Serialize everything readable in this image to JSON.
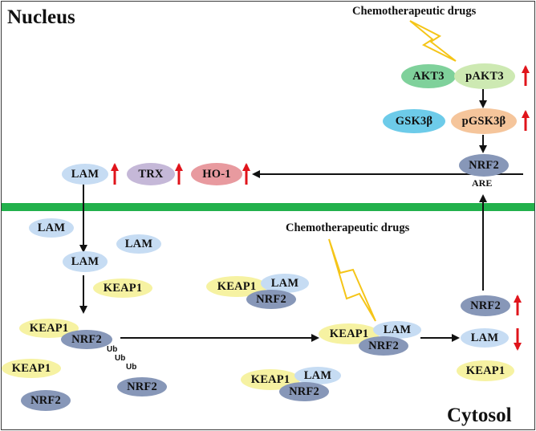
{
  "regions": {
    "nucleus": "Nucleus",
    "cytosol": "Cytosol"
  },
  "drugs": {
    "top": "Chemotherapeutic drugs",
    "middle": "Chemotherapeutic drugs"
  },
  "nodes": {
    "akt3": "AKT3",
    "pakt3": "pAKT3",
    "gsk3b": "GSK3β",
    "pgsk3b": "pGSK3β",
    "nrf2": "NRF2",
    "are": "ARE",
    "lam": "LAM",
    "trx": "TRX",
    "ho1": "HO-1",
    "keap1": "KEAP1",
    "ub": "Ub"
  },
  "colors": {
    "membrane": "#22b14c",
    "up_arrow": "#e0141b",
    "lightning": "#f5c518",
    "arrow": "#111111"
  }
}
